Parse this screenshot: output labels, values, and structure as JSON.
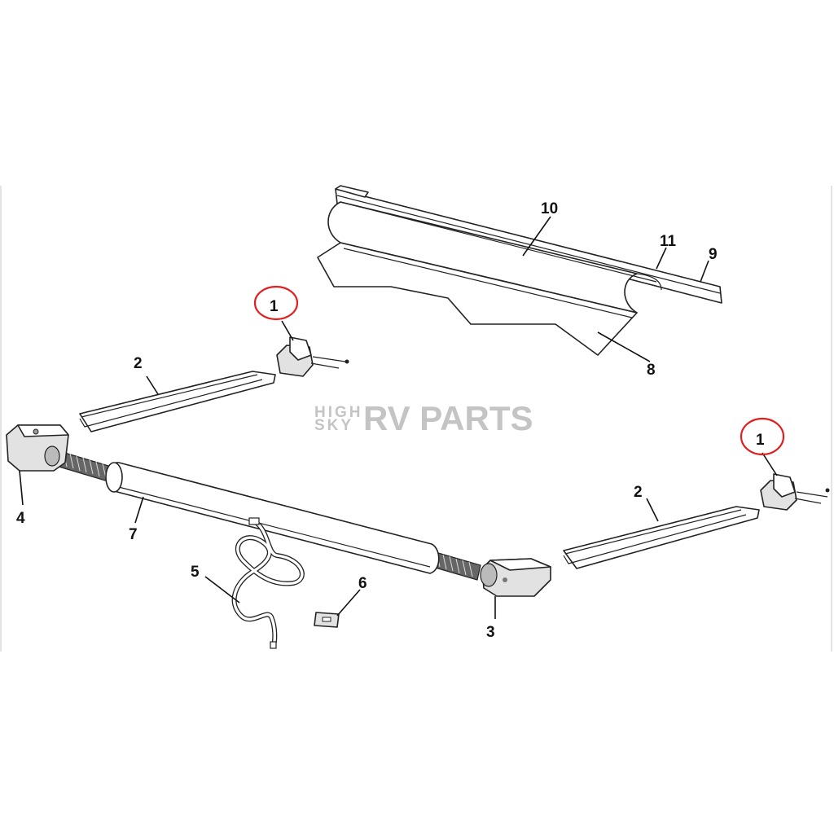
{
  "watermark": {
    "small_top": "HIGH",
    "small_bottom": "SKY",
    "large": "RV PARTS"
  },
  "callouts": [
    {
      "id": "left-1",
      "text": "1",
      "highlighted": true
    },
    {
      "id": "left-2",
      "text": "2"
    },
    {
      "id": "right-1",
      "text": "1",
      "highlighted": true
    },
    {
      "id": "right-2",
      "text": "2"
    },
    {
      "id": "3",
      "text": "3"
    },
    {
      "id": "4",
      "text": "4"
    },
    {
      "id": "5",
      "text": "5"
    },
    {
      "id": "6",
      "text": "6"
    },
    {
      "id": "7",
      "text": "7"
    },
    {
      "id": "8",
      "text": "8"
    },
    {
      "id": "9",
      "text": "9"
    },
    {
      "id": "10",
      "text": "10"
    },
    {
      "id": "11",
      "text": "11"
    }
  ],
  "colors": {
    "highlight_circle": "#e02020",
    "line": "#222222",
    "watermark": "#c4c4c4"
  }
}
